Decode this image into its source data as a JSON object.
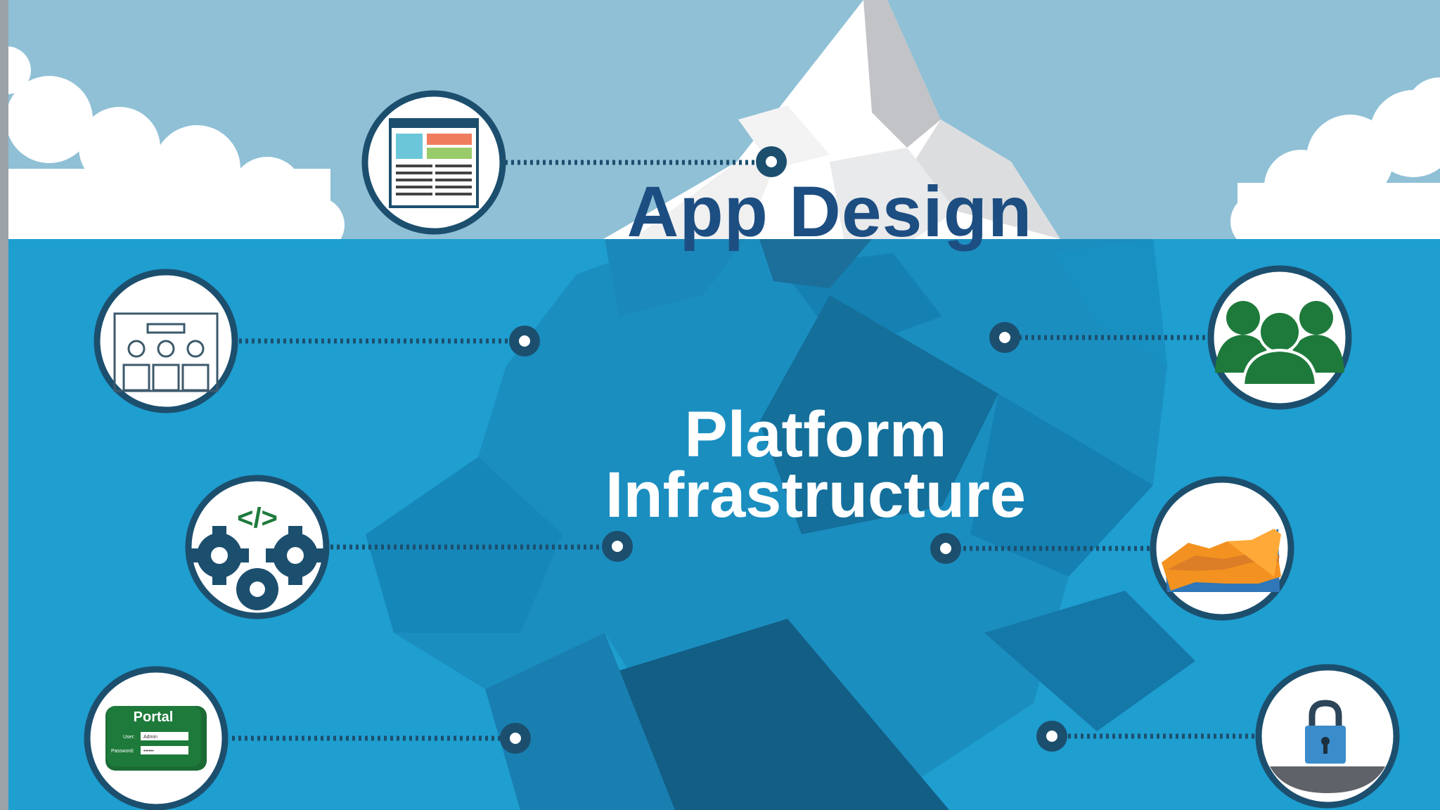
{
  "headings": {
    "tip": "App Design",
    "main_line1": "Platform",
    "main_line2": "Infrastructure"
  },
  "portal_card": {
    "title": "Portal",
    "user_label": "User:",
    "user_value": "Admin",
    "password_label": "Password:",
    "password_value": "••••••"
  },
  "icons": [
    "web-page-layout-icon",
    "dashboard-layout-icon",
    "code-gears-icon",
    "portal-login-icon",
    "users-group-icon",
    "area-chart-icon",
    "padlock-icon"
  ],
  "colors": {
    "sky": "#8fc0d6",
    "water": "#1f9ed0",
    "ice_top": "#ffffff",
    "ice_shadow": "#c8c9cb",
    "connector": "#1c4f6e",
    "heading_tip": "#1d4e82",
    "heading_main": "#ffffff",
    "green": "#1e7a3b",
    "orange": "#f39220"
  }
}
